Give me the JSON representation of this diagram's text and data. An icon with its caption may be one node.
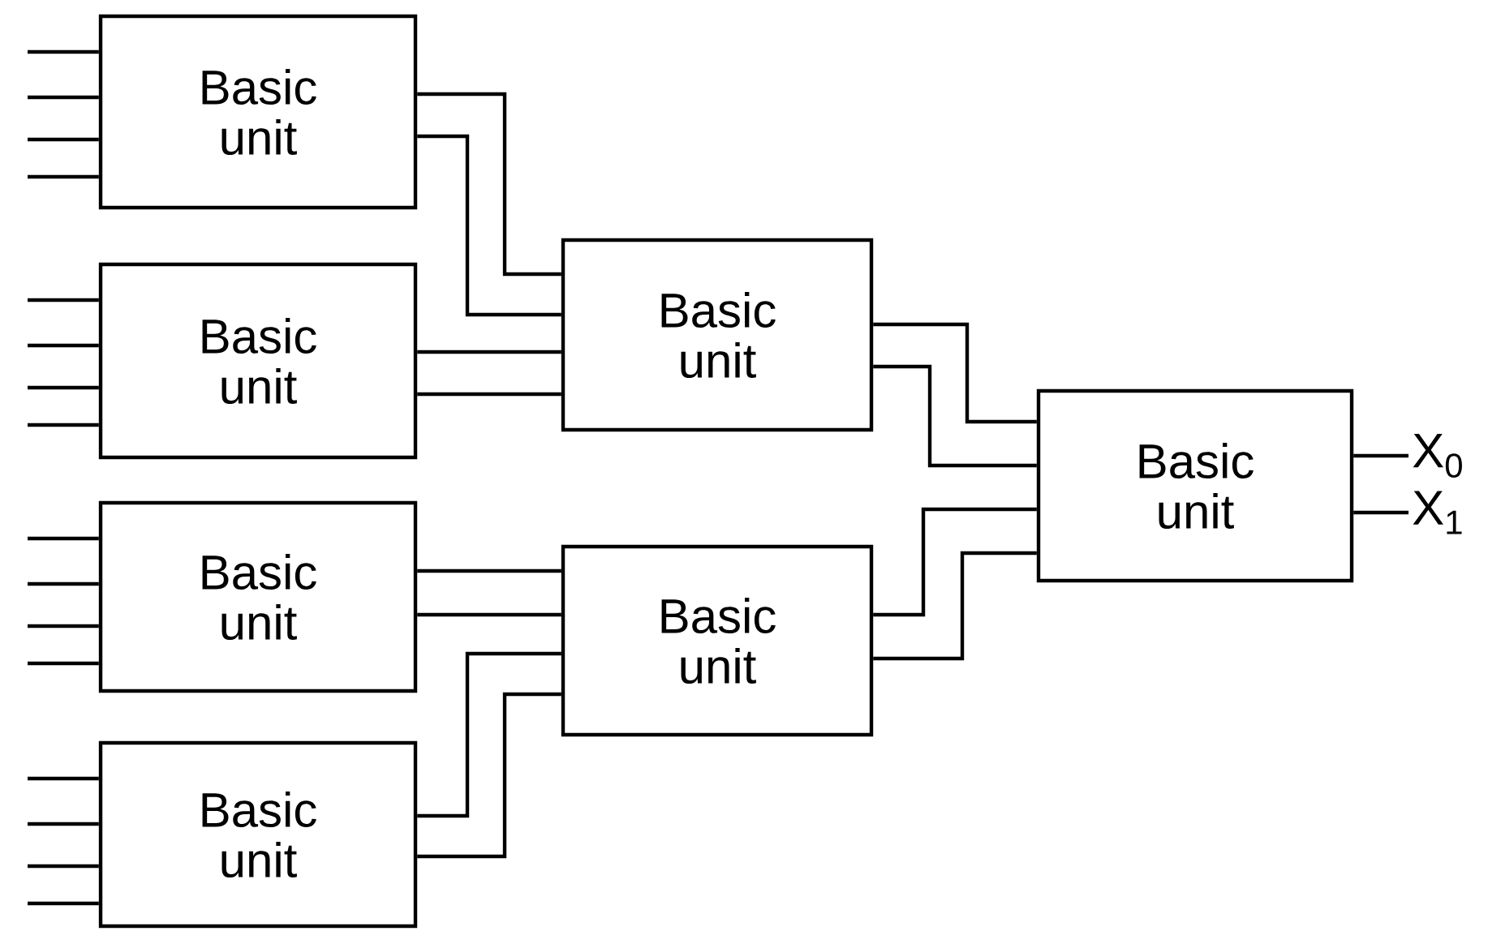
{
  "diagram": {
    "nodes": [
      {
        "text": [
          "Basic unit"
        ]
      },
      {
        "text": [
          "Basic unit"
        ]
      },
      {
        "text": [
          "Basic unit"
        ]
      },
      {
        "text": [
          "Basic unit"
        ]
      },
      {
        "text": [
          "Basic unit"
        ]
      },
      {
        "text": [
          "Basic unit"
        ]
      },
      {
        "text": [
          "Basic unit"
        ]
      },
      {
        "text": [
          "X$_{0}$"
        ]
      },
      {
        "text": [
          "X$_{1}$"
        ]
      }
    ],
    "edges": [
      {
        "from": null,
        "to": 0,
        "arrow": "none"
      },
      {
        "from": null,
        "to": 0,
        "arrow": "none"
      },
      {
        "from": null,
        "to": 0,
        "arrow": "none"
      },
      {
        "from": null,
        "to": 0,
        "arrow": "none"
      },
      {
        "from": null,
        "to": 1,
        "arrow": "none"
      },
      {
        "from": null,
        "to": 1,
        "arrow": "none"
      },
      {
        "from": null,
        "to": 1,
        "arrow": "none"
      },
      {
        "from": null,
        "to": 1,
        "arrow": "none"
      },
      {
        "from": null,
        "to": 2,
        "arrow": "none"
      },
      {
        "from": null,
        "to": 2,
        "arrow": "none"
      },
      {
        "from": null,
        "to": 2,
        "arrow": "none"
      },
      {
        "from": null,
        "to": 2,
        "arrow": "none"
      },
      {
        "from": null,
        "to": 3,
        "arrow": "none"
      },
      {
        "from": null,
        "to": 3,
        "arrow": "none"
      },
      {
        "from": null,
        "to": 3,
        "arrow": "none"
      },
      {
        "from": null,
        "to": 3,
        "arrow": "none"
      },
      {
        "from": 0,
        "to": 4,
        "arrow": "none"
      },
      {
        "from": 0,
        "to": 4,
        "arrow": "none"
      },
      {
        "from": 1,
        "to": 4,
        "arrow": "none"
      },
      {
        "from": 1,
        "to": 4,
        "arrow": "none"
      },
      {
        "from": 2,
        "to": 5,
        "arrow": "none"
      },
      {
        "from": 2,
        "to": 5,
        "arrow": "none"
      },
      {
        "from": 3,
        "to": 5,
        "arrow": "none"
      },
      {
        "from": 3,
        "to": 5,
        "arrow": "none"
      },
      {
        "from": 4,
        "to": 6,
        "arrow": "none"
      },
      {
        "from": 4,
        "to": 6,
        "arrow": "none"
      },
      {
        "from": 5,
        "to": 6,
        "arrow": "none"
      },
      {
        "from": 5,
        "to": 6,
        "arrow": "none"
      },
      {
        "from": 6,
        "to": 7,
        "arrow": "none"
      },
      {
        "from": 6,
        "to": 8,
        "arrow": "none"
      }
    ]
  }
}
